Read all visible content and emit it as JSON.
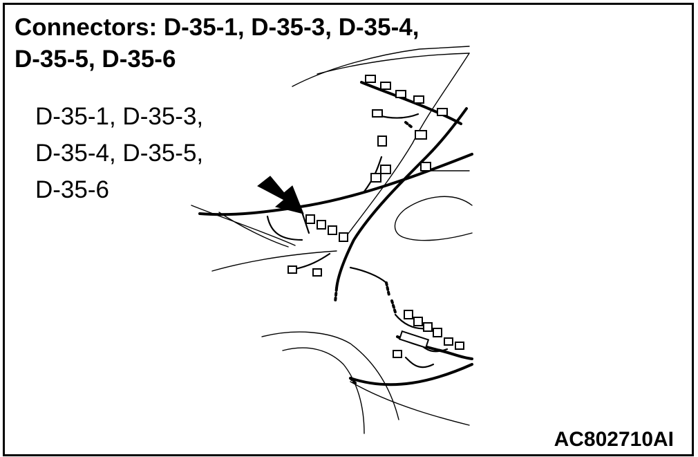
{
  "title_lines": [
    "Connectors: D-35-1, D-35-3, D-35-4,",
    "D-35-5, D-35-6"
  ],
  "callout_lines": [
    "D-35-1, D-35-3,",
    "D-35-4, D-35-5,",
    "D-35-6"
  ],
  "figure_id": "AC802710AI",
  "colors": {
    "line": "#000000",
    "background": "#ffffff"
  },
  "icons": [
    "pointer-arrow-icon"
  ]
}
